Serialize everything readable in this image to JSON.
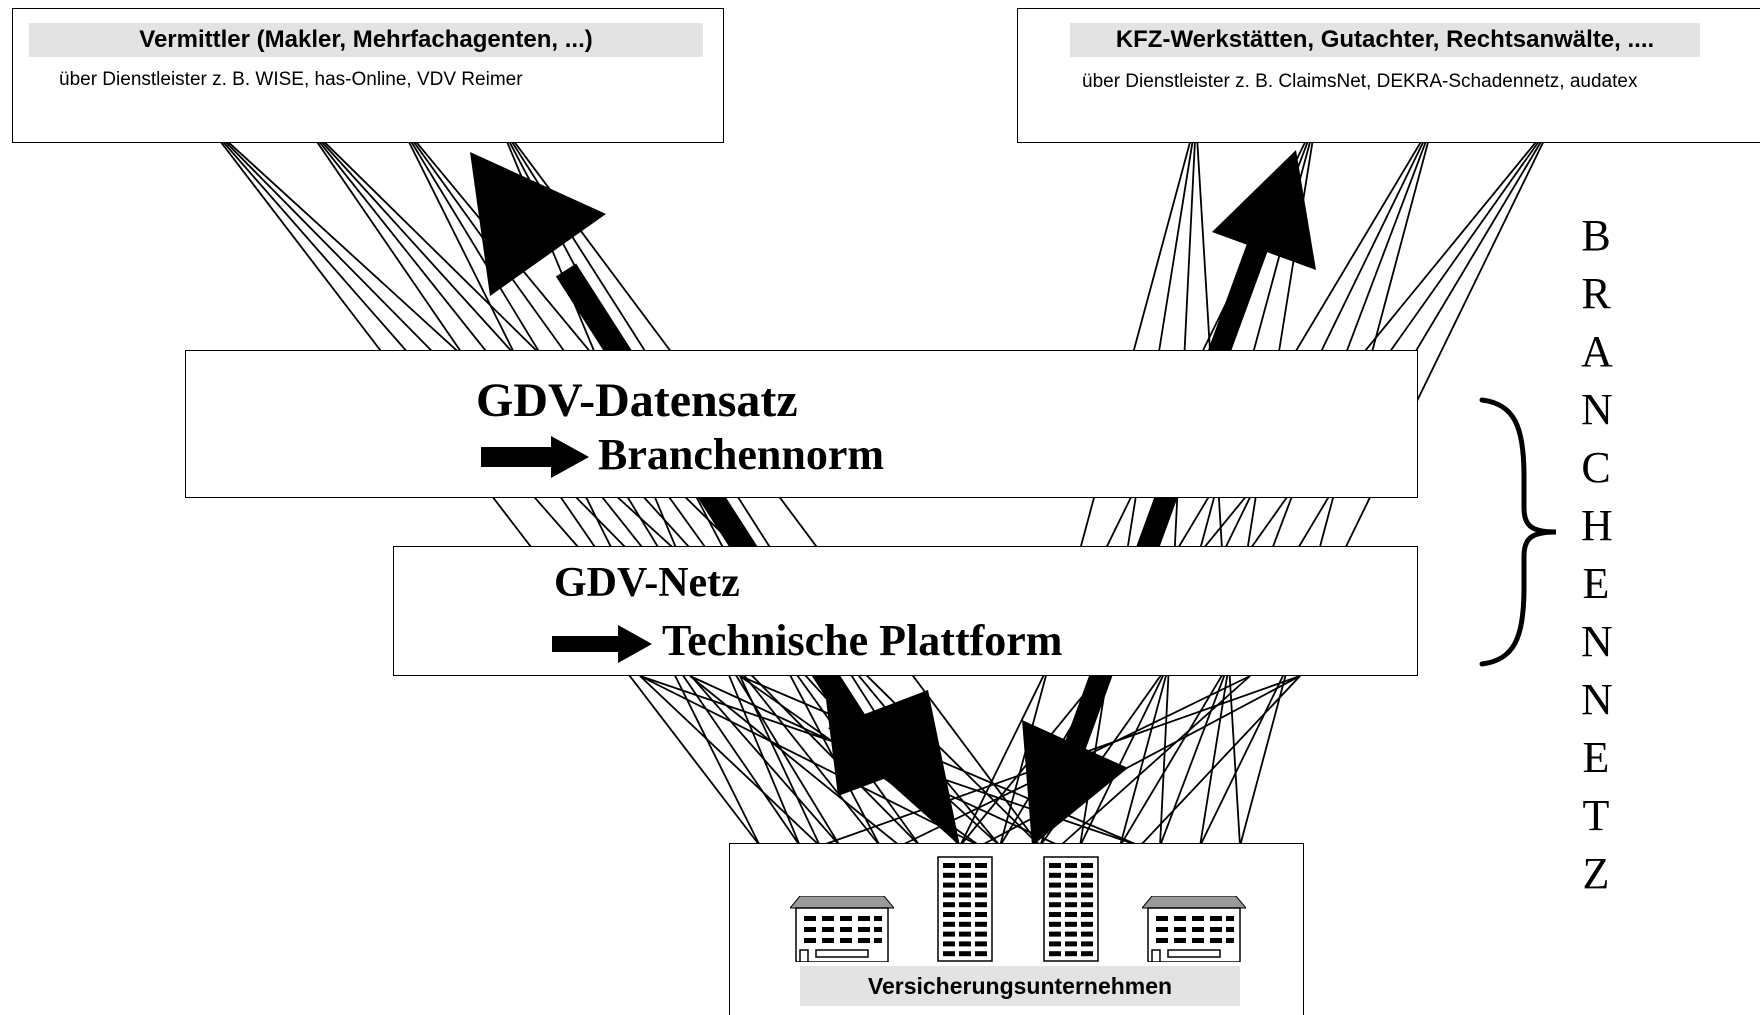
{
  "intermediaries": {
    "title": "Vermittler (Makler, Mehrfachagenten, ...)",
    "subtitle": "über Dienstleister z. B. WISE,  has-Online, VDV Reimer"
  },
  "service_partners": {
    "title": "KFZ-Werkstätten, Gutachter, Rechtsanwälte, ....",
    "subtitle": "über Dienstleister z. B. ClaimsNet, DEKRA-Schadennetz, audatex"
  },
  "standard": {
    "title": "GDV-Datensatz",
    "subtitle": "Branchennorm"
  },
  "network": {
    "title": "GDV-Netz",
    "subtitle": "Technische Plattform"
  },
  "insurers": {
    "label": "Versicherungsunternehmen"
  },
  "side_label": {
    "letters": [
      "B",
      "R",
      "A",
      "N",
      "C",
      "H",
      "E",
      "N",
      "N",
      "E",
      "T",
      "Z"
    ]
  },
  "colors": {
    "line": "#000000",
    "label_bar": "#e3e3e3",
    "background": "#ffffff"
  }
}
